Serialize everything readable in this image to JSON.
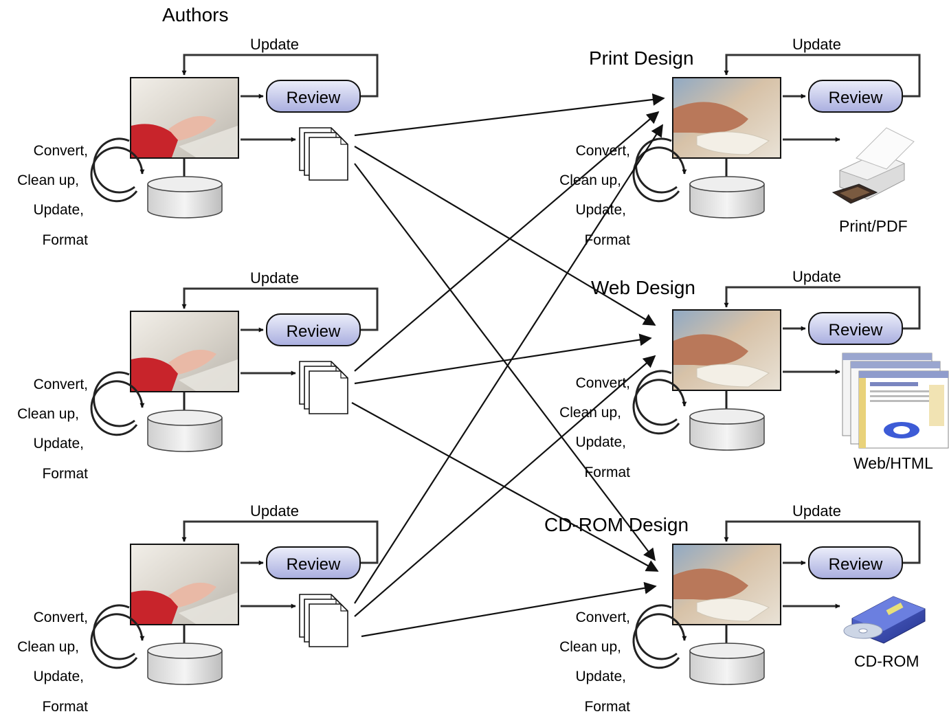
{
  "headings": {
    "authors": "Authors",
    "print_design": "Print Design",
    "web_design": "Web Design",
    "cdrom_design": "CD-ROM Design"
  },
  "labels": {
    "update": "Update",
    "review": "Review",
    "convert": "Convert,",
    "clean_up": "Clean up,",
    "update_step": "Update,",
    "format": "Format"
  },
  "outputs": {
    "print": "Print/PDF",
    "web": "Web/HTML",
    "cdrom": "CD-ROM"
  },
  "colors": {
    "review_fill": "#b8bde6",
    "review_fill_light": "#e4e6f7",
    "line": "#222222"
  },
  "icons": {
    "author_workstation": "typing-photo-icon",
    "designer_workstation": "mouse-photo-icon",
    "database": "database-cylinder-icon",
    "documents": "document-stack-icon",
    "cycle": "circular-arrow-icon",
    "printer": "printer-icon",
    "web": "web-pages-icon",
    "cdrom": "cd-rom-drive-icon"
  }
}
